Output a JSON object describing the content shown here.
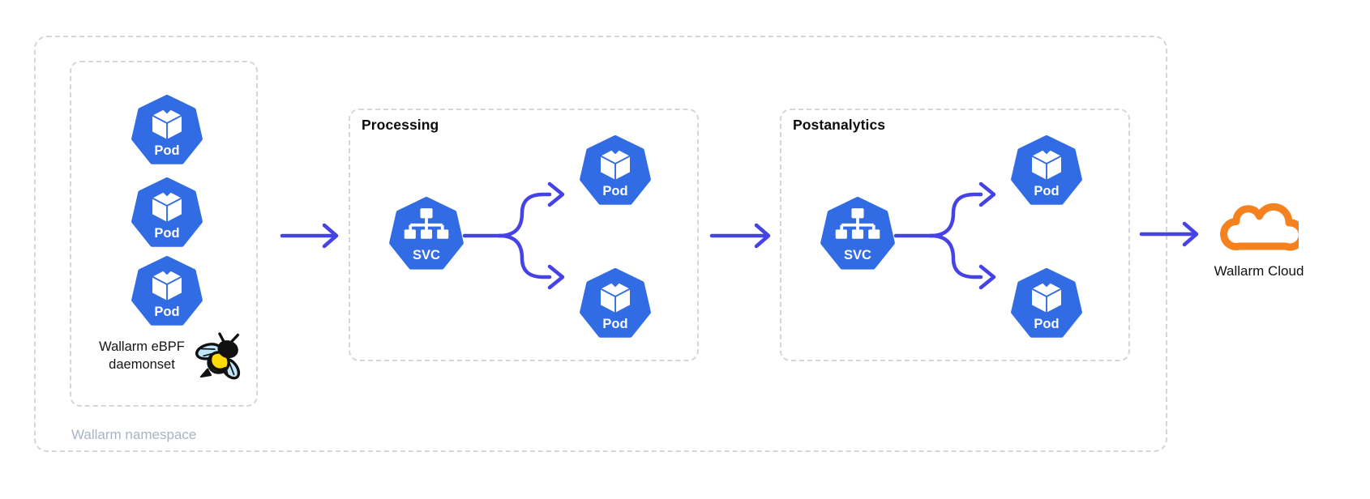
{
  "colors": {
    "k8s_blue": "#326CE5",
    "arrow": "#4542E8",
    "dashed_border": "#d4d6d9",
    "cloud_orange": "#F5821F",
    "namespace_label_color": "#a9b4c5",
    "title_text": "#0c0c0d"
  },
  "namespace": {
    "label": "Wallarm namespace"
  },
  "daemonset": {
    "label_line1": "Wallarm eBPF",
    "label_line2": "daemonset",
    "bee_icon": "ebpf-bee-icon",
    "pods": [
      "Pod",
      "Pod",
      "Pod"
    ]
  },
  "processing": {
    "title": "Processing",
    "service_label": "SVC",
    "pods": [
      "Pod",
      "Pod"
    ]
  },
  "postanalytics": {
    "title": "Postanalytics",
    "service_label": "SVC",
    "pods": [
      "Pod",
      "Pod"
    ]
  },
  "cloud": {
    "label": "Wallarm Cloud",
    "icon": "cloud-icon"
  }
}
